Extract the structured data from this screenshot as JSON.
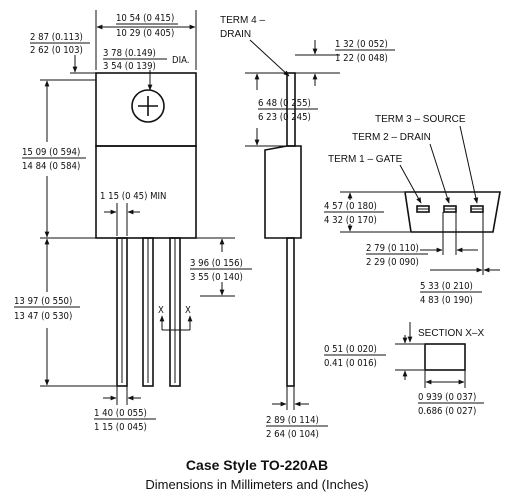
{
  "dims": {
    "top_width_mm": "10 54 (0 415)",
    "top_width_in": "10 29 (0 405)",
    "tab_height_mm": "2 87 (0.113)",
    "tab_height_in": "2 62 (0 103)",
    "hole_dia_mm": "3 78 (0.149)",
    "hole_dia_in": "3 54 (0 139)",
    "hole_dia_suffix": "DIA.",
    "body_height_mm": "15 09 (0 594)",
    "body_height_in": "14 84 (0 584)",
    "lead_width_min": "1 15 (0 45) MIN",
    "lead_pitch_mm": "3 96 (0 156)",
    "lead_pitch_in": "3 55 (0 140)",
    "lead_length_mm": "13 97 (0 550)",
    "lead_length_in": "13 47 (0 530)",
    "lead_thick_mm": "1 40 (0 055)",
    "lead_thick_in": "1 15 (0 045)",
    "side_thick_mm": "1 32 (0 052)",
    "side_thick_in": "1 22 (0 048)",
    "side_tab_mm": "6 48 (0 255)",
    "side_tab_in": "6 23 (0 245)",
    "side_bottom_mm": "2 89 (0 114)",
    "side_bottom_in": "2 64 (0 104)",
    "end_height_mm": "4 57 (0 180)",
    "end_height_in": "4 32 (0 170)",
    "end_lead_mm": "2 79 (0 110)",
    "end_lead_in": "2 29 (0 090)",
    "end_pitch_mm": "5 33 (0 210)",
    "end_pitch_in": "4 83 (0 190)",
    "sec_height_mm": "0 51 (0 020)",
    "sec_height_in": "0.41 (0 016)",
    "sec_width_mm": "0 939 (0 037)",
    "sec_width_in": "0.686 (0 027)"
  },
  "labels": {
    "term4": "TERM 4 –",
    "term4_b": "DRAIN",
    "term3": "TERM 3 – SOURCE",
    "term2": "TERM 2 – DRAIN",
    "term1": "TERM 1 – GATE",
    "section": "SECTION X–X",
    "x": "X"
  },
  "caption": {
    "title": "Case Style TO-220AB",
    "subtitle": "Dimensions in Millimeters and (Inches)"
  }
}
